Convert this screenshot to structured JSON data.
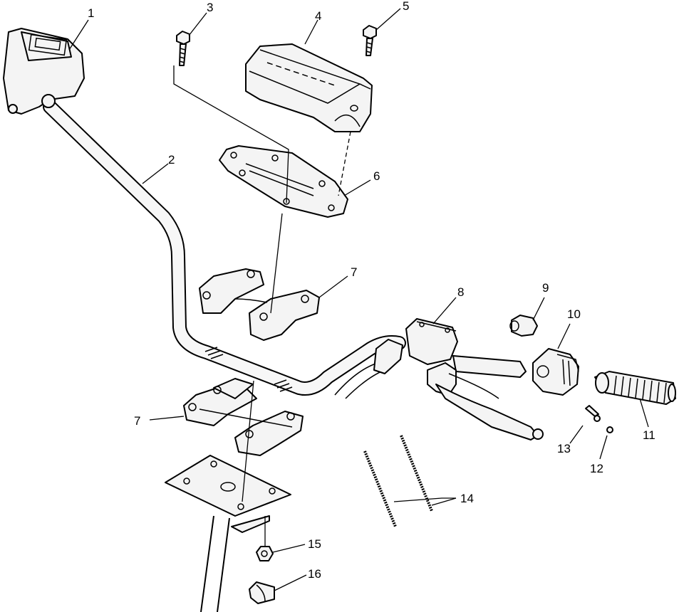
{
  "callouts": [
    "1",
    "2",
    "3",
    "4",
    "5",
    "6",
    "7",
    "7",
    "8",
    "9",
    "10",
    "11",
    "12",
    "13",
    "14",
    "15",
    "16"
  ]
}
